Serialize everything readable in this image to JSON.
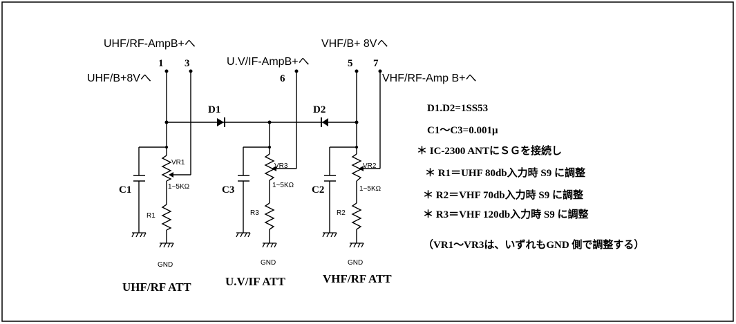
{
  "labels": {
    "uhf_rf_amp": "UHF/RF-AmpB+へ",
    "uhf_b8v": "UHF/B+8Vへ",
    "uv_if_amp": "U.V/IF-AmpB+へ",
    "vhf_b8v": "VHF/B+ 8Vへ",
    "vhf_rf_amp": "VHF/RF-Amp B+へ"
  },
  "pins": {
    "p1": "1",
    "p3": "3",
    "p6": "6",
    "p5": "5",
    "p7": "7"
  },
  "parts": {
    "d1": "D1",
    "d2": "D2",
    "c1": "C1",
    "c2": "C2",
    "c3": "C3",
    "r1": "R1",
    "r2": "R2",
    "r3": "R3",
    "vr1": "VR1",
    "vr2": "VR2",
    "vr3": "VR3",
    "vr_value": "1~5KΩ",
    "gnd": "GND"
  },
  "sections": {
    "uhf": "UHF/RF ATT",
    "uv": "U.V/IF ATT",
    "vhf": "VHF/RF ATT"
  },
  "notes": {
    "n1": "D1.D2=1SS53",
    "n2": "C1～C3=0.001μ",
    "n3": "＊ IC-2300 ANTにＳＧを接続し",
    "n4": "＊ R1＝UHF 80db入力時 S9 に調整",
    "n5": "＊ R2＝VHF 70db入力時 S9 に調整",
    "n6": "＊ R3＝VHF 120db入力時 S9 に調整",
    "n7": "（VR1～VR3は、いずれもGND 側で調整する）"
  }
}
